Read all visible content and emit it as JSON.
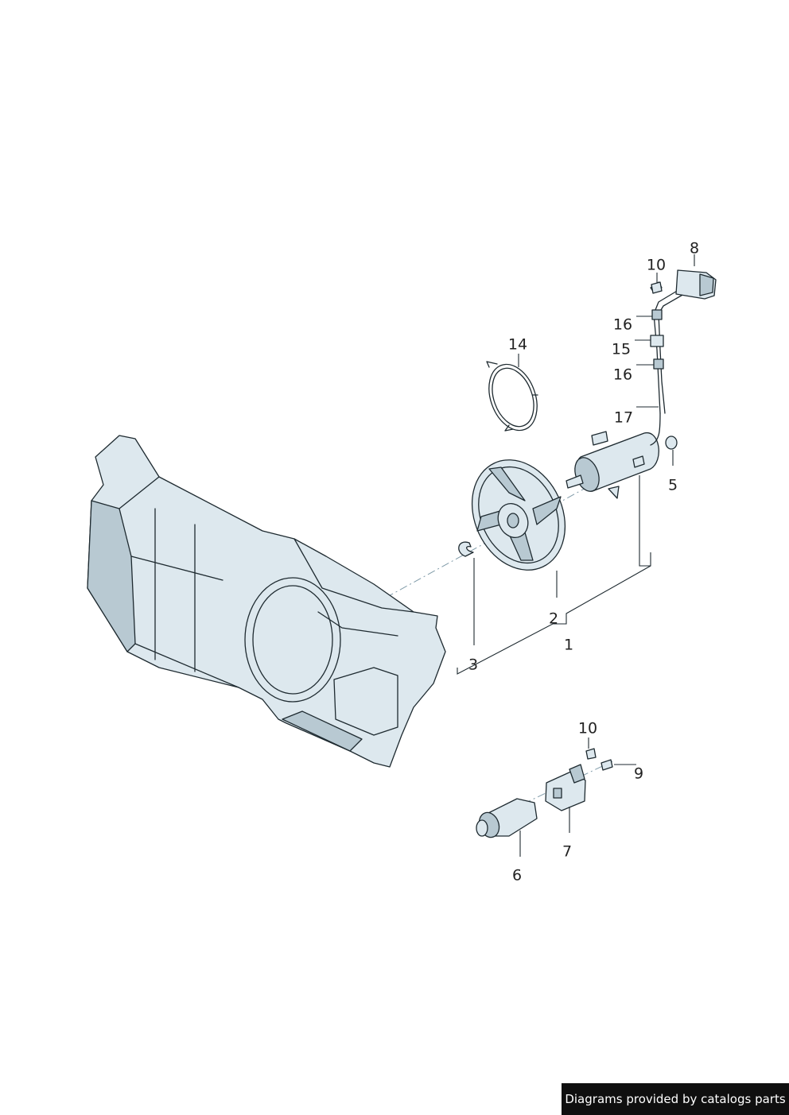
{
  "callouts": {
    "c1": "1",
    "c2": "2",
    "c3": "3",
    "c5": "5",
    "c6": "6",
    "c7": "7",
    "c8": "8",
    "c9": "9",
    "c10a": "10",
    "c10b": "10",
    "c14": "14",
    "c15": "15",
    "c16a": "16",
    "c16b": "16",
    "c17": "17"
  },
  "watermark": "Diagrams provided by catalogs parts",
  "colors": {
    "part_fill": "#dde8ee",
    "outline": "#1e2a30",
    "watermark_bg": "#0f0f0f"
  }
}
